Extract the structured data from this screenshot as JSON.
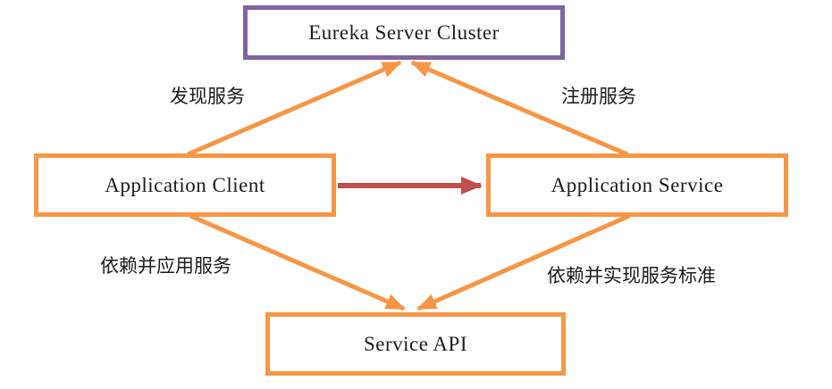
{
  "diagram": {
    "type": "architecture-flow",
    "description": "Eureka service registry architecture diagram",
    "nodes": [
      {
        "id": "eureka",
        "label": "Eureka Server Cluster",
        "border_color": "#8064a2",
        "shape": "rectangle"
      },
      {
        "id": "client",
        "label": "Application Client",
        "border_color": "#f79646",
        "shape": "rectangle"
      },
      {
        "id": "service",
        "label": "Application Service",
        "border_color": "#f79646",
        "shape": "rectangle"
      },
      {
        "id": "api",
        "label": "Service API",
        "border_color": "#f79646",
        "shape": "rectangle"
      }
    ],
    "edges": [
      {
        "from": "client",
        "to": "eureka",
        "label": "发现服务",
        "color": "#f79646",
        "direction": "up"
      },
      {
        "from": "service",
        "to": "eureka",
        "label": "注册服务",
        "color": "#f79646",
        "direction": "up"
      },
      {
        "from": "client",
        "to": "service",
        "label": "",
        "color": "#c0504d",
        "direction": "right"
      },
      {
        "from": "client",
        "to": "api",
        "label": "依赖并应用服务",
        "color": "#f79646",
        "direction": "down"
      },
      {
        "from": "service",
        "to": "api",
        "label": "依赖并实现服务标准",
        "color": "#f79646",
        "direction": "down"
      }
    ],
    "colors": {
      "arrow_orange": "#f79646",
      "arrow_red": "#c0504d",
      "border_purple": "#8064a2",
      "text": "#1c1c1c",
      "background": "#ffffff"
    }
  }
}
